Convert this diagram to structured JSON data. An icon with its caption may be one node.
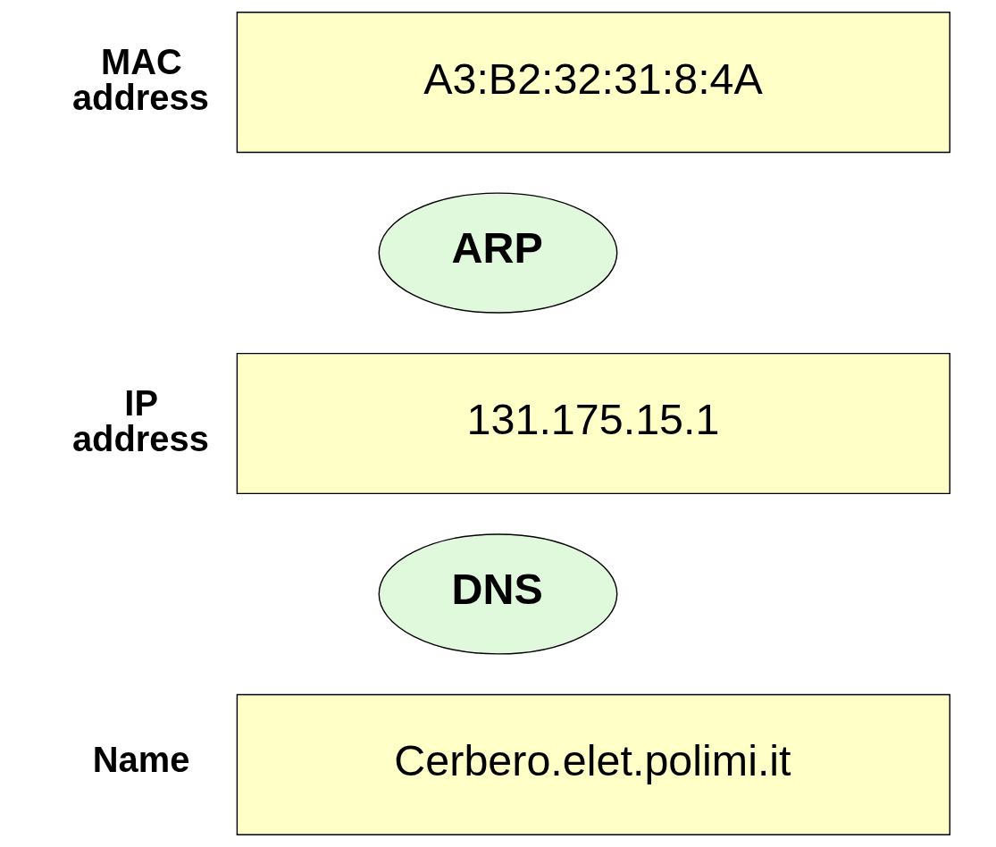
{
  "diagram": {
    "nodes": [
      {
        "text": [
          "Name",
          "Cerbero.elet.polimi.it"
        ]
      },
      {
        "text": [
          "DNS"
        ]
      },
      {
        "text": [
          "IP address",
          "131.175.15.1"
        ]
      },
      {
        "text": [
          "ARP"
        ]
      },
      {
        "text": [
          "MAC address",
          "A3:B2:32:31:8:4A"
        ]
      }
    ]
  }
}
